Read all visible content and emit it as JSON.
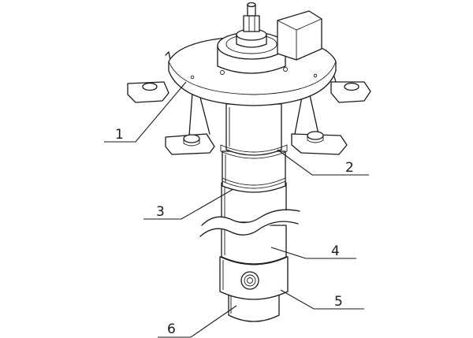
{
  "figure": {
    "callouts": [
      {
        "id": "1",
        "label": "1"
      },
      {
        "id": "2",
        "label": "2"
      },
      {
        "id": "3",
        "label": "3"
      },
      {
        "id": "4",
        "label": "4"
      },
      {
        "id": "5",
        "label": "5"
      },
      {
        "id": "6",
        "label": "6"
      }
    ]
  }
}
